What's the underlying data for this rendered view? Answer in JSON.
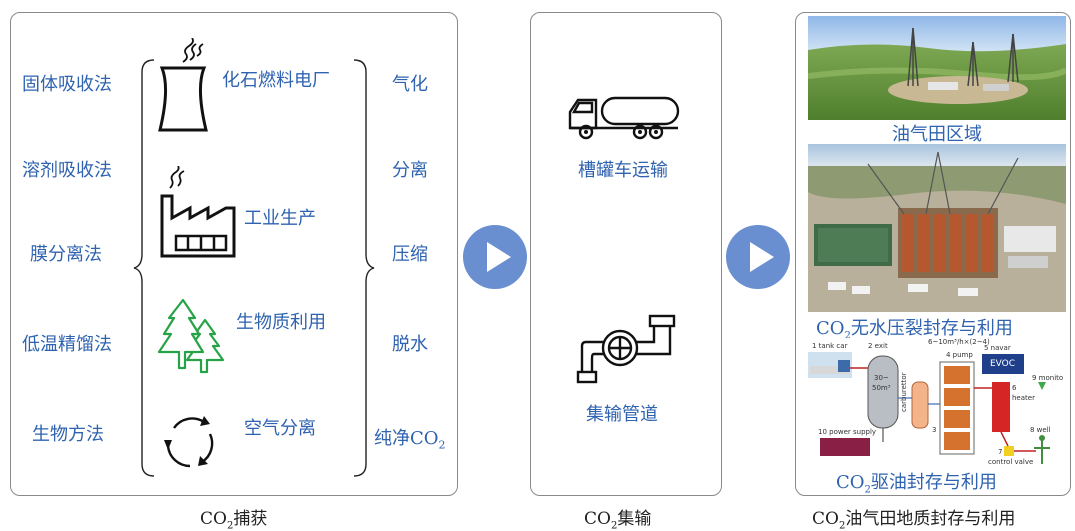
{
  "capture": {
    "methods": [
      "固体吸收法",
      "溶剂吸收法",
      "膜分离法",
      "低温精馏法",
      "生物方法"
    ],
    "sources": [
      "化石燃料电厂",
      "工业生产",
      "生物质利用",
      "空气分离"
    ],
    "processes": [
      "气化",
      "分离",
      "压缩",
      "脱水"
    ],
    "pure_prefix": "纯净CO",
    "pure_sub": "2",
    "caption_prefix": "CO",
    "caption_sub": "2",
    "caption_suffix": "捕获"
  },
  "transport": {
    "modes": [
      "槽罐车运输",
      "集输管道"
    ],
    "caption_prefix": "CO",
    "caption_sub": "2",
    "caption_suffix": "集输"
  },
  "storage": {
    "photo1_label": "油气田区域",
    "photo2_label_prefix": "CO",
    "photo2_label_sub": "2",
    "photo2_label_suffix": "无水压裂封存与利用",
    "photo3_label_prefix": "CO",
    "photo3_label_sub": "2",
    "photo3_label_suffix": "驱油封存与利用",
    "caption_prefix": "CO",
    "caption_sub": "2",
    "caption_suffix": "油气田地质封存与利用",
    "schematic": {
      "tank_car": "1  tank car",
      "exit": "2  exit",
      "volume_a": "30~",
      "volume_b": "50m³",
      "pumps_note": "6~10m³/h×(2~4)",
      "pump": "4  pump",
      "navar": "5  navar",
      "evoc": "EVOC",
      "heater_num": "6",
      "heater": "heater",
      "monitor": "9  monito",
      "well": "8  well",
      "carburetor": "carburettor",
      "num3": "3",
      "power": "10  power supply",
      "valve_num": "7",
      "valve": "control  valve"
    }
  },
  "colors": {
    "text_blue": "#2f63b0",
    "arrow_blue": "#6a8fd0",
    "tree_green": "#27a347",
    "border": "#8a8a8a"
  }
}
